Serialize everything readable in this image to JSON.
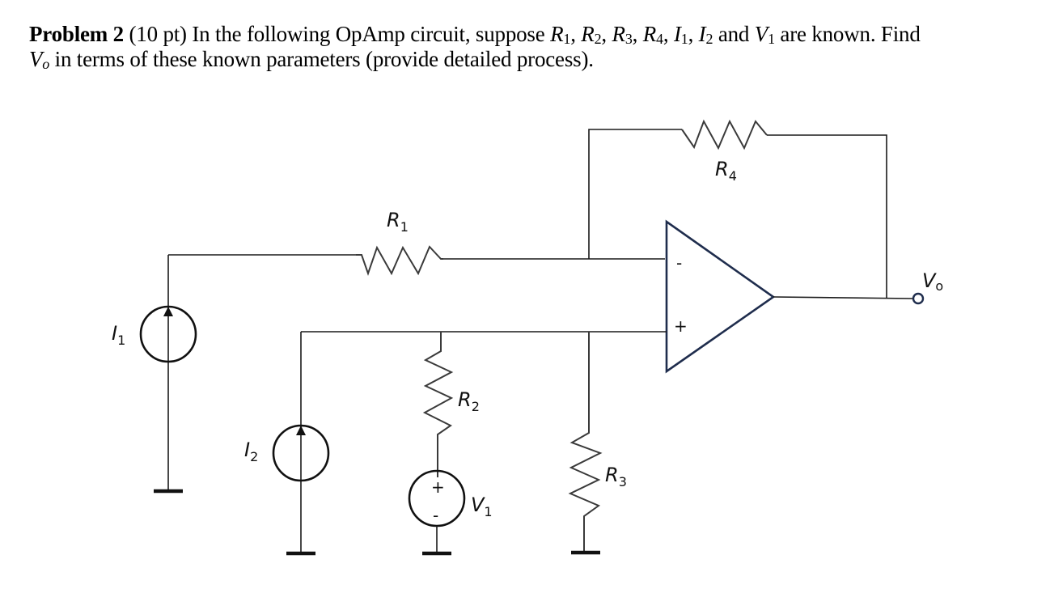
{
  "problem": {
    "heading": "Problem 2",
    "points": "(10 pt)",
    "intro": " In the following OpAmp circuit, suppose ",
    "known_params": [
      {
        "sym": "R",
        "sub": "1",
        "sep": ", "
      },
      {
        "sym": "R",
        "sub": "2",
        "sep": ", "
      },
      {
        "sym": "R",
        "sub": "3",
        "sep": ", "
      },
      {
        "sym": "R",
        "sub": "4",
        "sep": ", "
      },
      {
        "sym": "I",
        "sub": "1",
        "sep": ", "
      },
      {
        "sym": "I",
        "sub": "2",
        "sep": " and "
      },
      {
        "sym": "V",
        "sub": "1",
        "sep": ""
      }
    ],
    "after_params": " are known. Find",
    "target_sym": "V",
    "target_sub": "o",
    "closing": " in terms of these known parameters (provide detailed process)."
  },
  "circuit": {
    "components": {
      "I1": {
        "type": "current-source",
        "label": "I",
        "sub": "1",
        "direction": "up"
      },
      "I2": {
        "type": "current-source",
        "label": "I",
        "sub": "2",
        "direction": "up"
      },
      "V1": {
        "type": "voltage-source",
        "label": "V",
        "sub": "1",
        "plus": "+",
        "minus": "-"
      },
      "R1": {
        "type": "resistor",
        "label": "R",
        "sub": "1"
      },
      "R2": {
        "type": "resistor",
        "label": "R",
        "sub": "2"
      },
      "R3": {
        "type": "resistor",
        "label": "R",
        "sub": "3"
      },
      "R4": {
        "type": "resistor",
        "label": "R",
        "sub": "4"
      },
      "opamp": {
        "type": "op-amp",
        "inverting_sign": "-",
        "noninverting_sign": "+"
      },
      "Vo": {
        "type": "output-terminal",
        "label": "V",
        "sub": "o"
      }
    },
    "colors": {
      "wire": "#1a1a1a",
      "opamp": "#1f2d4d",
      "text": "#000000"
    }
  }
}
